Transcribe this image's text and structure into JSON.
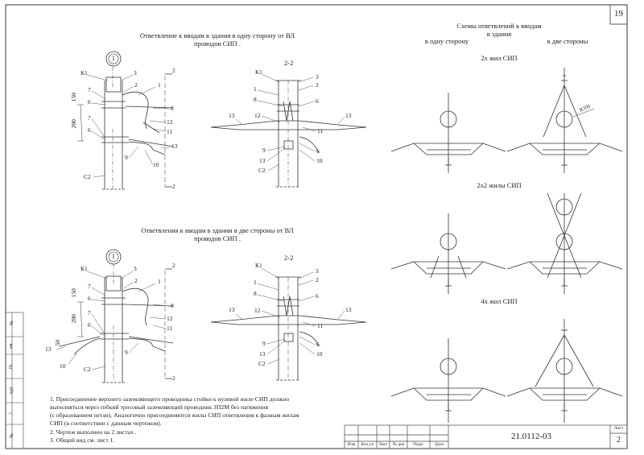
{
  "sheet": {
    "page_number": "19",
    "doc_code": "21.0112-03",
    "sheet_label": "Лист",
    "sheet_number": "2",
    "side_stamp": [
      "№",
      "ам.",
      "гв.",
      "одп",
      "т",
      "№"
    ],
    "title_block_cols": [
      "Изм",
      "Кол.уч",
      "Лист",
      "№ док",
      "Подп.",
      "Дата"
    ]
  },
  "diagram_top": {
    "title_line1": "Ответвление к вводам в здания в одну сторону от ВЛ",
    "title_line2": "проводов СИП .",
    "node_mark": "I",
    "section_label": "2-2",
    "section_cut": "2",
    "dims": [
      "150",
      "200"
    ],
    "leader_labels": [
      "К1",
      "1",
      "2",
      "3",
      "6",
      "7",
      "8",
      "9",
      "10",
      "11",
      "12",
      "13",
      "С2"
    ]
  },
  "diagram_bottom": {
    "title_line1": "Ответвления к вводам в здании в две стороны от ВЛ",
    "title_line2": "проводов СИП .",
    "node_mark": "I",
    "section_label": "2-2",
    "section_cut": "2",
    "dims": [
      "150",
      "200",
      "50"
    ]
  },
  "schemes": {
    "title_line1": "Схемы ответвлений к вводам",
    "title_line2": "в здания",
    "col_left": "в одну сторону",
    "col_right": "в две стороны",
    "row1": "2х жил СИП",
    "row2": "2х2 жилы СИП",
    "row3": "4х жил СИП",
    "dim_text": "R350"
  },
  "notes": [
    "1. Присоединение верхнего заземляющего проводника стойки к нулевой жиле СИП должно",
    "выполняться через гибкий тросовый заземляющий проводник ЗП2М без натяжения",
    "(с образованием петли). Аналогично присоединяются жилы СИП ответвления к фазным жилам",
    "СИП (в соответствии с данным чертежом).",
    "2. Чертеж выполнен на 2 листах .",
    "3. Общий вид см. лист 1."
  ]
}
